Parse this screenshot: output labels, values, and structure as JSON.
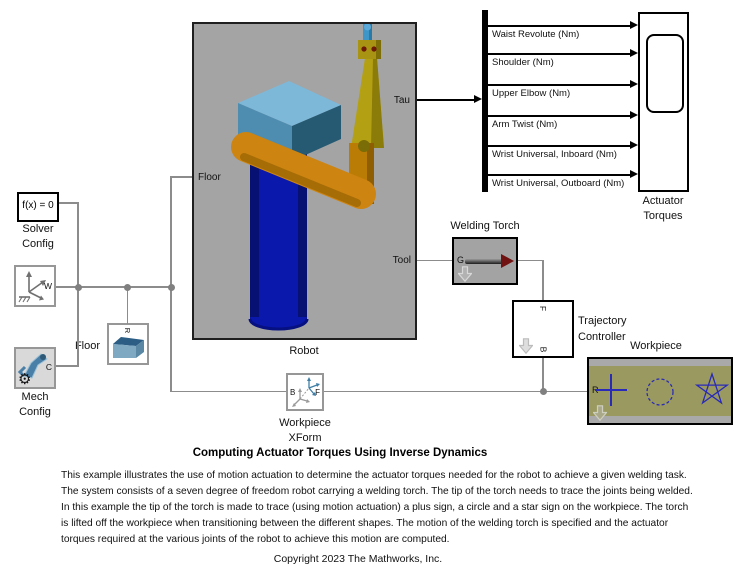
{
  "blocks": {
    "solver_config": {
      "text": "f(x) = 0",
      "name": "Solver\nConfig"
    },
    "world_frame": {
      "port_w": "W"
    },
    "mech_config": {
      "name": "Mech\nConfig",
      "port_c": "C"
    },
    "floor_brick": {
      "name": "Floor",
      "port_r": "R"
    },
    "robot": {
      "name": "Robot",
      "port_floor": "Floor",
      "port_tau": "Tau",
      "port_tool": "Tool"
    },
    "welding_torch": {
      "name": "Welding Torch",
      "port_g": "G"
    },
    "trajectory_controller": {
      "name": "Trajectory\nController",
      "port_f": "F",
      "port_b": "B"
    },
    "workpiece_xform": {
      "name": "Workpiece\nXForm",
      "port_b": "B",
      "port_f": "F"
    },
    "workpiece": {
      "name": "Workpiece",
      "port_r": "R"
    },
    "scope": {
      "name": "Actuator\nTorques"
    }
  },
  "signals": {
    "labels": [
      "Waist Revolute (Nm)",
      "Shoulder (Nm)",
      "Upper Elbow (Nm)",
      "Arm Twist (Nm)",
      "Wrist Universal, Inboard (Nm)",
      "Wrist Universal, Outboard (Nm)"
    ]
  },
  "annotations": {
    "title": "Computing Actuator Torques Using Inverse Dynamics",
    "description": "This example illustrates the use of motion actuation to determine the actuator torques needed for the robot to achieve a given welding task. The system consists of a seven degree of freedom robot carrying a welding torch. The tip of the torch needs to trace the joints being welded. In this example the tip of the torch is made to trace (using motion actuation) a plus sign, a circle and a star sign on the workpiece. The torch is lifted off the workpiece when transitioning between the different shapes. The motion of the welding torch is specified and the actuator torques required at the various joints of the robot to achieve this motion are computed.",
    "copyright": "Copyright 2023 The Mathworks, Inc."
  },
  "colors": {
    "robot_viewport_bg": "#a4a4a4",
    "workpiece_fill": "#9a9a60",
    "workpiece_symbol_blue": "#2a2ab8",
    "torch_block_fill": "#a3a3a3",
    "wire_gray": "#8c8c8c",
    "signal_black": "#000000",
    "robot_base_blue": "#0a18ac",
    "robot_box_blue": "#7db8d9",
    "robot_arm_orange": "#cd8410",
    "robot_link_yellow": "#b4a013",
    "torch_arrow_red": "#701212"
  }
}
